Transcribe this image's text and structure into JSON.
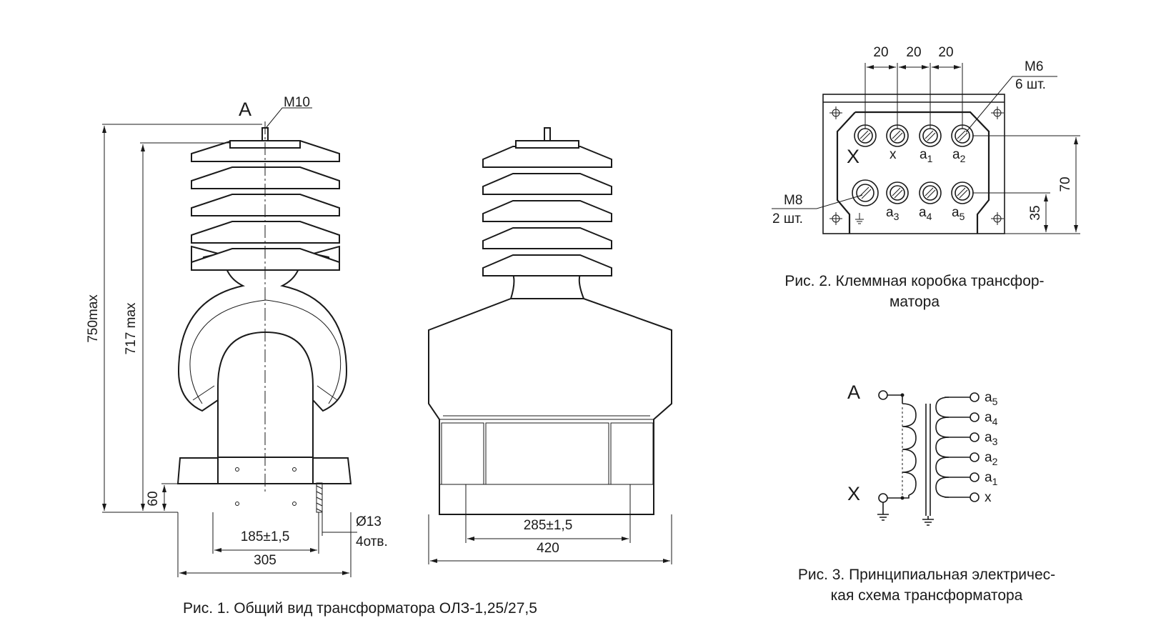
{
  "figure1": {
    "caption": "Рис. 1. Общий вид трансформатора ОЛЗ-1,25/27,5",
    "terminal_label": "A",
    "thread_label": "M10",
    "dim_height_total": "750max",
    "dim_height_insulator": "717 max",
    "dim_base_height": "60",
    "dim_hole_spacing": "185±1,5",
    "dim_base_width": "305",
    "dim_hole_diameter": "Ø13",
    "dim_hole_count": "4отв."
  },
  "figure1_side": {
    "dim_hole_spacing": "285±1,5",
    "dim_base_width": "420"
  },
  "figure2": {
    "caption_line1": "Рис. 2. Клеммная коробка трансфор-",
    "caption_line2": "матора",
    "pitch_1": "20",
    "pitch_2": "20",
    "pitch_3": "20",
    "thread_top": "M6",
    "thread_top_count": "6 шт.",
    "thread_bottom": "M8",
    "thread_bottom_count": "2 шт.",
    "dim_row_height": "70",
    "dim_row2_height": "35",
    "terminals_top": [
      "X",
      "x",
      "a",
      "a"
    ],
    "terminals_top_sub": [
      "",
      "",
      "1",
      "2"
    ],
    "terminals_bottom": [
      "a",
      "a",
      "a"
    ],
    "terminals_bottom_sub": [
      "3",
      "4",
      "5"
    ]
  },
  "figure3": {
    "caption_line1": "Рис. 3. Принципиальная электричес-",
    "caption_line2": "кая схема трансформатора",
    "primary_top": "A",
    "primary_bottom": "X",
    "secondary_terms": [
      {
        "base": "a",
        "sub": "5"
      },
      {
        "base": "a",
        "sub": "4"
      },
      {
        "base": "a",
        "sub": "3"
      },
      {
        "base": "a",
        "sub": "2"
      },
      {
        "base": "a",
        "sub": "1"
      },
      {
        "base": "x",
        "sub": ""
      }
    ]
  }
}
